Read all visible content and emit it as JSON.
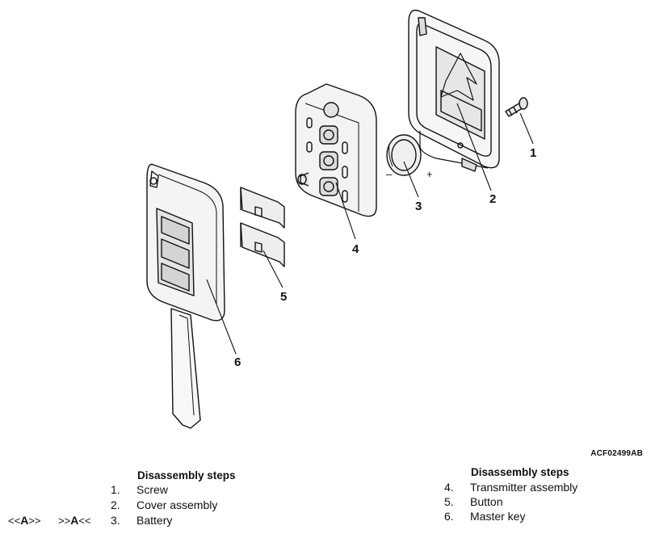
{
  "callouts": [
    "1",
    "2",
    "3",
    "4",
    "5",
    "6"
  ],
  "battery_polarity": {
    "minus": "–",
    "plus": "+"
  },
  "figure_code": "ACF02499AB",
  "left_block": {
    "title": "Disassembly steps",
    "steps": [
      {
        "num": "1.",
        "label": "Screw"
      },
      {
        "num": "2.",
        "label": "Cover assembly"
      },
      {
        "num": "3.",
        "label": "Battery"
      }
    ],
    "battery_refs": {
      "removal_pre": "<<",
      "removal": "A",
      "removal_post": ">>",
      "install_pre": ">>",
      "install": "A",
      "install_post": "<<"
    }
  },
  "right_block": {
    "title": "Disassembly steps",
    "steps": [
      {
        "num": "4.",
        "label": "Transmitter assembly"
      },
      {
        "num": "5.",
        "label": "Button"
      },
      {
        "num": "6.",
        "label": "Master key"
      }
    ]
  }
}
